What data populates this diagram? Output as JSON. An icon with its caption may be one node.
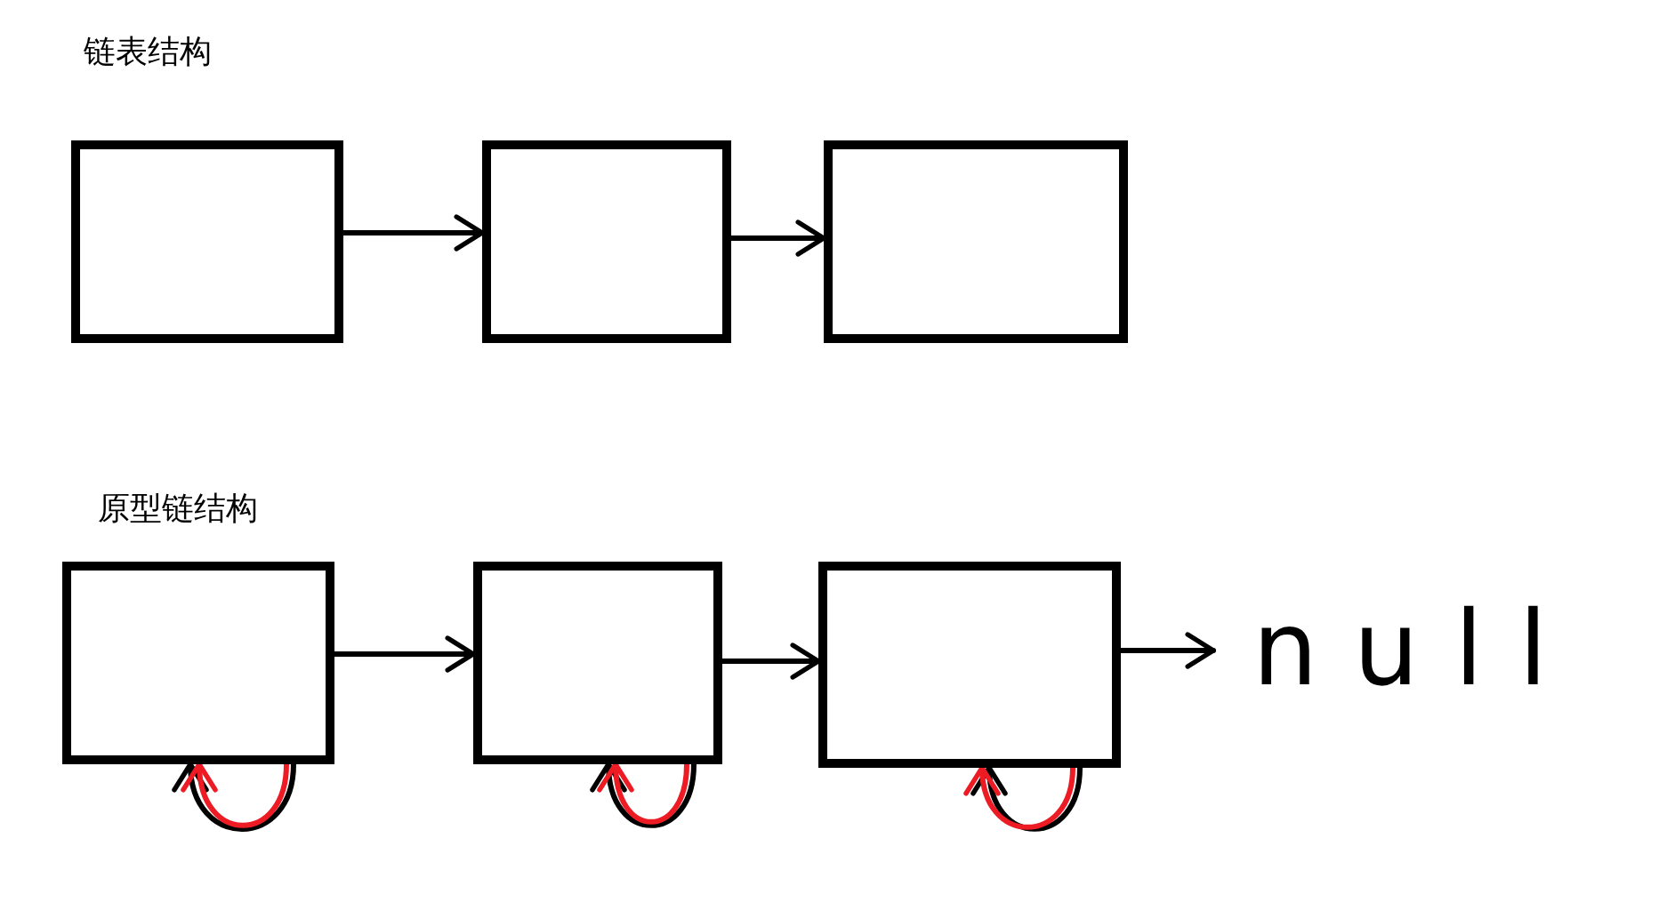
{
  "diagram": {
    "nodes": [
      {
        "text": [],
        "shape": "box"
      },
      {
        "text": [],
        "shape": "box"
      },
      {
        "text": [],
        "shape": "box"
      },
      {
        "text": [],
        "shape": "box"
      },
      {
        "text": [],
        "shape": "box"
      },
      {
        "text": [],
        "shape": "box"
      },
      {
        "text": [
          "null"
        ]
      }
    ],
    "edges": [
      {
        "from": 0,
        "to": 1,
        "arrow": "to"
      },
      {
        "from": 1,
        "to": 2,
        "arrow": "to"
      },
      {
        "from": 3,
        "to": 4,
        "arrow": "to"
      },
      {
        "from": 4,
        "to": 5,
        "arrow": "to"
      },
      {
        "from": 5,
        "to": 6,
        "arrow": "to"
      },
      {
        "from": 3,
        "to": 3,
        "arrow": "to"
      },
      {
        "from": 3,
        "to": 3,
        "arrow": "to",
        "color": "#ed1c24"
      },
      {
        "from": 4,
        "to": 4,
        "arrow": "to"
      },
      {
        "from": 4,
        "to": 4,
        "arrow": "to",
        "color": "#ed1c24"
      },
      {
        "from": 5,
        "to": 5,
        "arrow": "to"
      },
      {
        "from": 5,
        "to": 5,
        "arrow": "to",
        "color": "#ed1c24"
      }
    ],
    "labels": [
      "链表结构",
      "原型链结构"
    ]
  }
}
